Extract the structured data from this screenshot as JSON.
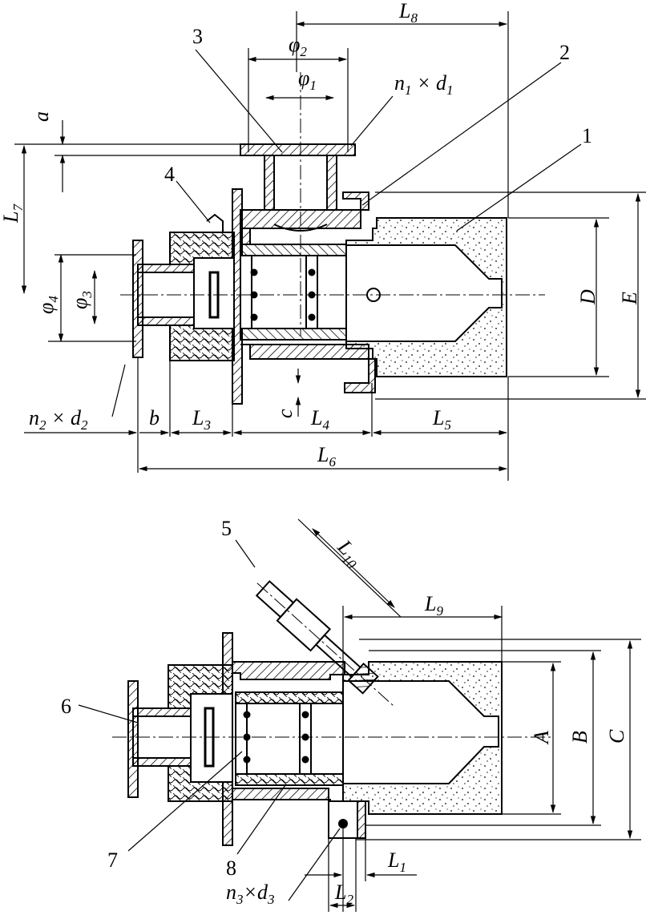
{
  "figure_top": {
    "part_numbers": [
      "1",
      "2",
      "3",
      "4"
    ],
    "dimensions": {
      "L8": {
        "main": "L",
        "sub": "8"
      },
      "phi2": {
        "main": "φ",
        "sub": "2"
      },
      "phi1": {
        "main": "φ",
        "sub": "1"
      },
      "n1d1": {
        "a": "n",
        "a_sub": "1",
        "x": " × ",
        "b": "d",
        "b_sub": "1"
      },
      "a": {
        "main": "a"
      },
      "L7": {
        "main": "L",
        "sub": "7"
      },
      "phi4": {
        "main": "φ",
        "sub": "4"
      },
      "phi3": {
        "main": "φ",
        "sub": "3"
      },
      "D": {
        "main": "D"
      },
      "E": {
        "main": "E"
      },
      "n2d2": {
        "a": "n",
        "a_sub": "2",
        "x": " × ",
        "b": "d",
        "b_sub": "2"
      },
      "b": {
        "main": "b"
      },
      "L3": {
        "main": "L",
        "sub": "3"
      },
      "c": {
        "main": "c"
      },
      "L4": {
        "main": "L",
        "sub": "4"
      },
      "L5": {
        "main": "L",
        "sub": "5"
      },
      "L6": {
        "main": "L",
        "sub": "6"
      }
    }
  },
  "figure_bottom": {
    "part_numbers": [
      "5",
      "6",
      "7",
      "8"
    ],
    "dimensions": {
      "L10": {
        "main": "L",
        "sub": "10"
      },
      "L9": {
        "main": "L",
        "sub": "9"
      },
      "A": {
        "main": "A"
      },
      "B": {
        "main": "B"
      },
      "C": {
        "main": "C"
      },
      "L1": {
        "main": "L",
        "sub": "1"
      },
      "L2": {
        "main": "L",
        "sub": "2"
      },
      "n3d3": {
        "a": "n",
        "a_sub": "3",
        "x": "×",
        "b": "d",
        "b_sub": "3"
      }
    }
  }
}
